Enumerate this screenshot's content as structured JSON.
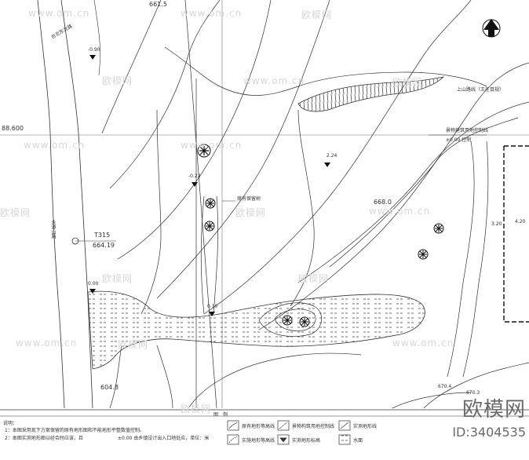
{
  "header": {
    "contour_top": "661.5",
    "road_label": "台北东北路"
  },
  "coords": {
    "grid_y_label": "88.600"
  },
  "elevations": {
    "top_marker": "-0.90",
    "neg_022": "-0.22",
    "pos_224": "2.24",
    "pos_010": "0.10",
    "water_mark": "0.00",
    "right_320": "3.20",
    "right_420": "4.20"
  },
  "contours": {
    "c6680": "668.0",
    "c6048": "604.8",
    "c6704": "670.4",
    "c6703": "670.3"
  },
  "benchmark": {
    "code": "T315",
    "value": "664.19"
  },
  "annotations": {
    "mountain_road": "上山路线（王在目规）",
    "building_note": "景物建筑用地控制线",
    "building_note_2": "±0.00 控制",
    "tree_note": "原有保留树",
    "vertical_text": "永源山路"
  },
  "watermark": {
    "text": "www.om.cn",
    "brand": "欧模网"
  },
  "brand": {
    "name": "欧模网",
    "id": "ID:3404535"
  },
  "legend": {
    "title": "图　例",
    "notes_label": "说明：",
    "note1": "1：本图采用现下方案保留的原有地形图和不能地形平整数值控制。",
    "note2": "2：本图实测地形图以经合时应该，且",
    "note3": "±0.00 由乡镇设计出入口地处应，单位：米",
    "items": {
      "original_contour": "原有地形等高线",
      "design_contour": "实施地形等高线",
      "building_line": "景物构筑用地控制线",
      "design_point": "实测地形标高",
      "measured_contour": "实测地形线",
      "water": "水面"
    }
  },
  "icons": {
    "north": "north-arrow-icon",
    "tree": "tree-symbol-icon",
    "elev_marker": "elevation-triangle-icon"
  }
}
